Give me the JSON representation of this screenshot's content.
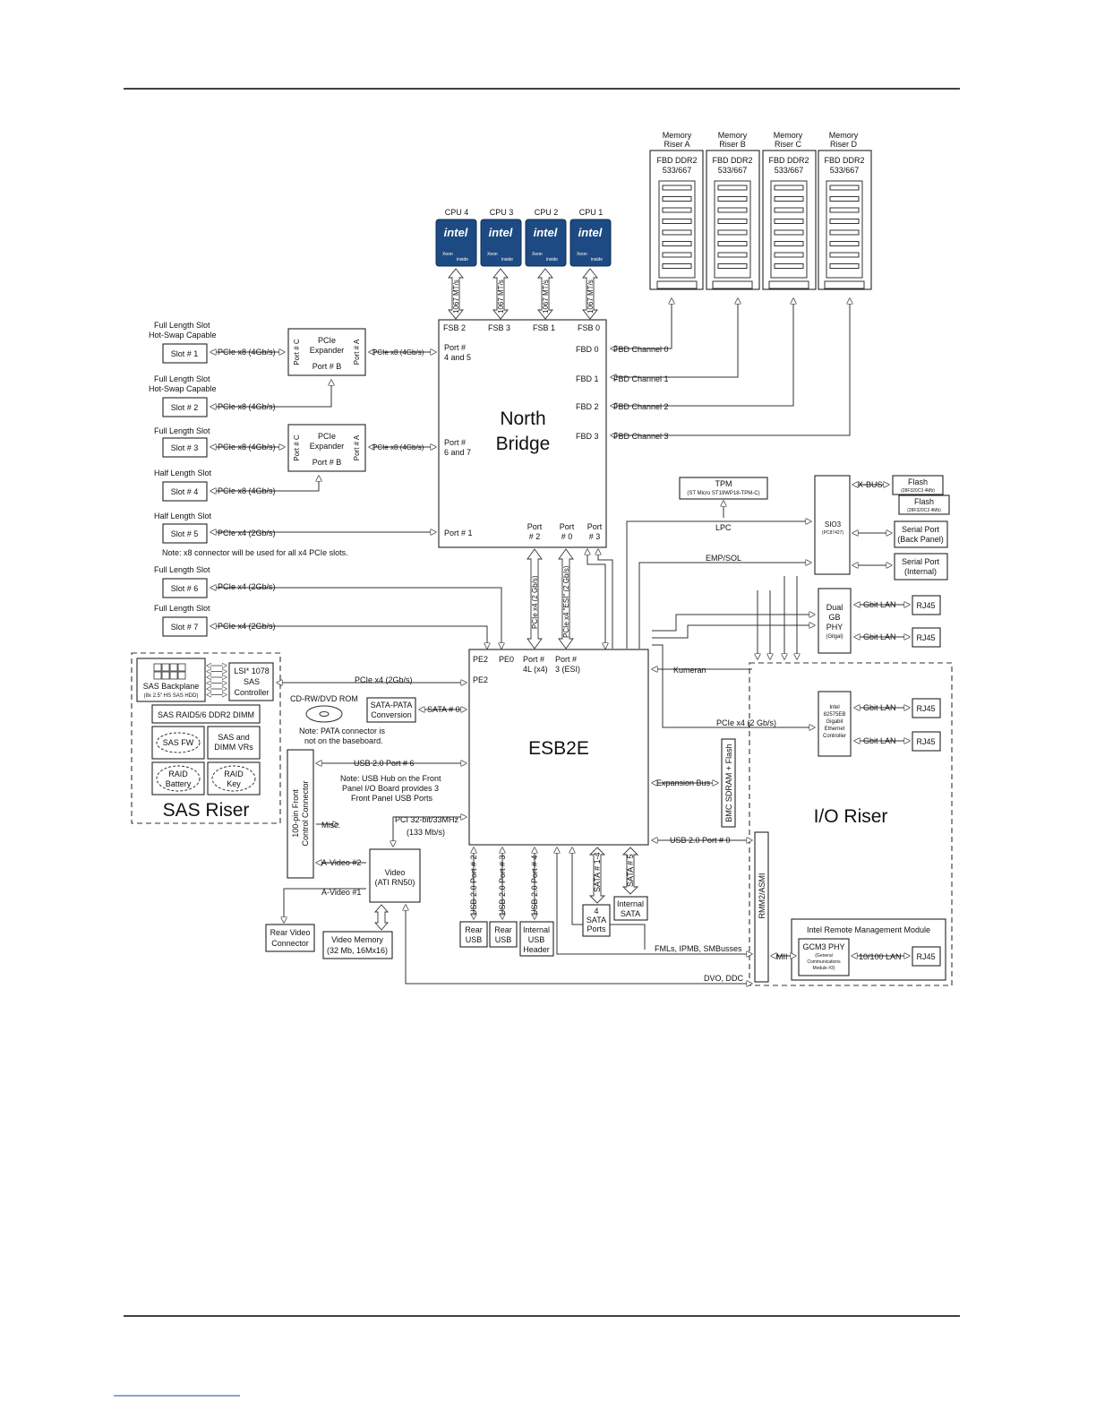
{
  "cpus": [
    "CPU 4",
    "CPU 3",
    "CPU 2",
    "CPU 1"
  ],
  "cpu_logo": {
    "brand": "intel",
    "sub": "Xeon",
    "tag": "inside"
  },
  "fsb": [
    "FSB 2",
    "FSB 3",
    "FSB 1",
    "FSB 0"
  ],
  "fsb_speed": "1067 MT/s",
  "memory_risers": [
    {
      "name1": "Memory",
      "name2": "Riser A",
      "dimm1": "FBD DDR2",
      "dimm2": "533/667"
    },
    {
      "name1": "Memory",
      "name2": "Riser B",
      "dimm1": "FBD DDR2",
      "dimm2": "533/667"
    },
    {
      "name1": "Memory",
      "name2": "Riser C",
      "dimm1": "FBD DDR2",
      "dimm2": "533/667"
    },
    {
      "name1": "Memory",
      "name2": "Riser D",
      "dimm1": "FBD DDR2",
      "dimm2": "533/667"
    }
  ],
  "north_bridge": {
    "title1": "North",
    "title2": "Bridge",
    "port_45a": "Port #",
    "port_45b": "4 and 5",
    "port_67a": "Port #",
    "port_67b": "6 and 7",
    "port_1": "Port # 1",
    "port_2a": "Port",
    "port_2b": "# 2",
    "port_0a": "Port",
    "port_0b": "# 0",
    "port_3a": "Port",
    "port_3b": "# 3",
    "fbd": [
      "FBD 0",
      "FBD 1",
      "FBD 2",
      "FBD 3"
    ]
  },
  "fbd_channels": [
    "FBD Channel 0",
    "FBD Channel 1",
    "FBD Channel 2",
    "FBD Channel 3"
  ],
  "slots": [
    {
      "d1": "Full Length Slot",
      "d2": "Hot-Swap Capable",
      "label": "Slot # 1",
      "link": "PCIe x8 (4Gb/s)"
    },
    {
      "d1": "Full Length Slot",
      "d2": "Hot-Swap Capable",
      "label": "Slot # 2",
      "link": "PCIe x8 (4Gb/s)"
    },
    {
      "d1": "Full Length Slot",
      "d2": "",
      "label": "Slot # 3",
      "link": "PCIe x8 (4Gb/s)"
    },
    {
      "d1": "Half Length Slot",
      "d2": "",
      "label": "Slot # 4",
      "link": "PCIe x8 (4Gb/s)"
    },
    {
      "d1": "Half Length Slot",
      "d2": "",
      "label": "Slot # 5",
      "link": "PCIe x4 (2Gb/s)"
    },
    {
      "d1": "Full Length Slot",
      "d2": "",
      "label": "Slot # 6",
      "link": "PCIe x4 (2Gb/s)"
    },
    {
      "d1": "Full Length Slot",
      "d2": "",
      "label": "Slot # 7",
      "link": "PCIe x4 (2Gb/s)"
    }
  ],
  "x4_note": "Note: x8 connector will be used for all x4 PCIe slots.",
  "pcie_expander": {
    "t1": "PCIe",
    "t2": "Expander",
    "port_b": "Port # B",
    "port_c": "Port # C",
    "port_a": "Port # A"
  },
  "nb_link": "PCIe x8 (4Gb/s)",
  "esi_links": [
    "PCIe x4 (2 Gb/s)",
    "PCIe x4 \"ESI\" (2 Gb/s)"
  ],
  "esb2e": {
    "title": "ESB2E",
    "pe2a": "PE2",
    "pe0": "PE0",
    "port4l_a": "Port #",
    "port4l_b": "4L (x4)",
    "port3_a": "Port #",
    "port3_b": "3 (ESI)",
    "pe2b": "PE2"
  },
  "tpm": {
    "t1": "TPM",
    "t2": "(ST Micro ST19WP18-TPM-C)"
  },
  "sio3": {
    "t1": "SIO3",
    "t2": "(PC87427)"
  },
  "xbus": "X-BUS",
  "flash": [
    {
      "t1": "Flash",
      "t2": "(28F320C3 4Mb)"
    },
    {
      "t1": "Flash",
      "t2": "(28F320C3 4Mb)"
    }
  ],
  "serial_ports": [
    {
      "t1": "Serial Port",
      "t2": "(Back Panel)"
    },
    {
      "t1": "Serial Port",
      "t2": "(Internal)"
    }
  ],
  "lpc": "LPC",
  "emp_sol": "EMP/SOL",
  "dual_phy": {
    "t1": "Dual",
    "t2": "GB",
    "t3": "PHY",
    "t4": "(Gilgal)"
  },
  "gbit_lan": "Gbit LAN",
  "rj45": "RJ45",
  "kumeran": "Kumeran",
  "intel_controller": {
    "t1": "Intel",
    "t2": "82575EB",
    "t3": "Gigabit",
    "t4": "Ethernet",
    "t5": "Controller"
  },
  "pcie_x4_io": "PCIe x4 (2 Gb/s)",
  "bmc": "BMC SDRAM + Flash",
  "expansion_bus": "Expansion Bus",
  "usb_port0": "USB 2.0 Port # 0",
  "io_riser": "I/O Riser",
  "rmm": "RMM2/ASMI",
  "rmm_module": {
    "title": "Intel Remote Management Module",
    "mii": "MII",
    "g1": "GCM3 PHY",
    "g2": "(General",
    "g3": "Communications",
    "g4": "Module #3)",
    "lan": "10/100 LAN"
  },
  "fmls": "FMLs, IPMB, SMBusses",
  "dvo": "DVO, DDC",
  "sas": {
    "backplane1": "SAS Backplane",
    "backplane2": "(8x 2.5\" HS SAS HDD)",
    "lsi1": "LSI* 1078",
    "lsi2": "SAS",
    "lsi3": "Controller",
    "dimm": "SAS RAID5/6 DDR2 DIMM",
    "fw": "SAS FW",
    "vr1": "SAS and",
    "vr2": "DIMM VRs",
    "bat1": "RAID",
    "bat2": "Battery",
    "key1": "RAID",
    "key2": "Key",
    "title": "SAS Riser",
    "link": "PCIe x4 (2Gb/s)"
  },
  "cdrom": "CD-RW/DVD ROM",
  "sata_pata1": "SATA-PATA",
  "sata_pata2": "Conversion",
  "sata0": "SATA # 0",
  "pata_note1": "Note: PATA connector is",
  "pata_note2": "not on the baseboard.",
  "usb_port6": "USB 2.0 Port # 6",
  "usb_hub_note": [
    "Note: USB Hub on the Front",
    "Panel I/O Board provides 3",
    "Front Panel USB Ports"
  ],
  "front_conn1": "100-pin Front",
  "front_conn2": "Control Connector",
  "misc": "Misc.",
  "pci1": "PCI 32-bit/33MHz",
  "pci2": "(133 Mb/s)",
  "video": {
    "t1": "Video",
    "t2": "(ATI RN50)"
  },
  "avideo2": "A-Video #2",
  "avideo1": "A-Video #1",
  "rear_video1": "Rear Video",
  "rear_video2": "Connector",
  "vmem1": "Video Memory",
  "vmem2": "(32 Mb, 16Mx16)",
  "usb_ports": [
    "USB 2.0 Port # 2",
    "USB 2.0 Port # 3",
    "USB 2.0 Port # 4"
  ],
  "rear_usb1": "Rear",
  "rear_usb2": "USB",
  "int_usb1": "Internal",
  "int_usb2": "USB",
  "int_usb3": "Header",
  "sata14": "SATA # 1-4",
  "sata5": "SATA # 5",
  "sata_ports1": "4",
  "sata_ports2": "SATA",
  "sata_ports3": "Ports",
  "int_sata1": "Internal",
  "int_sata2": "SATA"
}
